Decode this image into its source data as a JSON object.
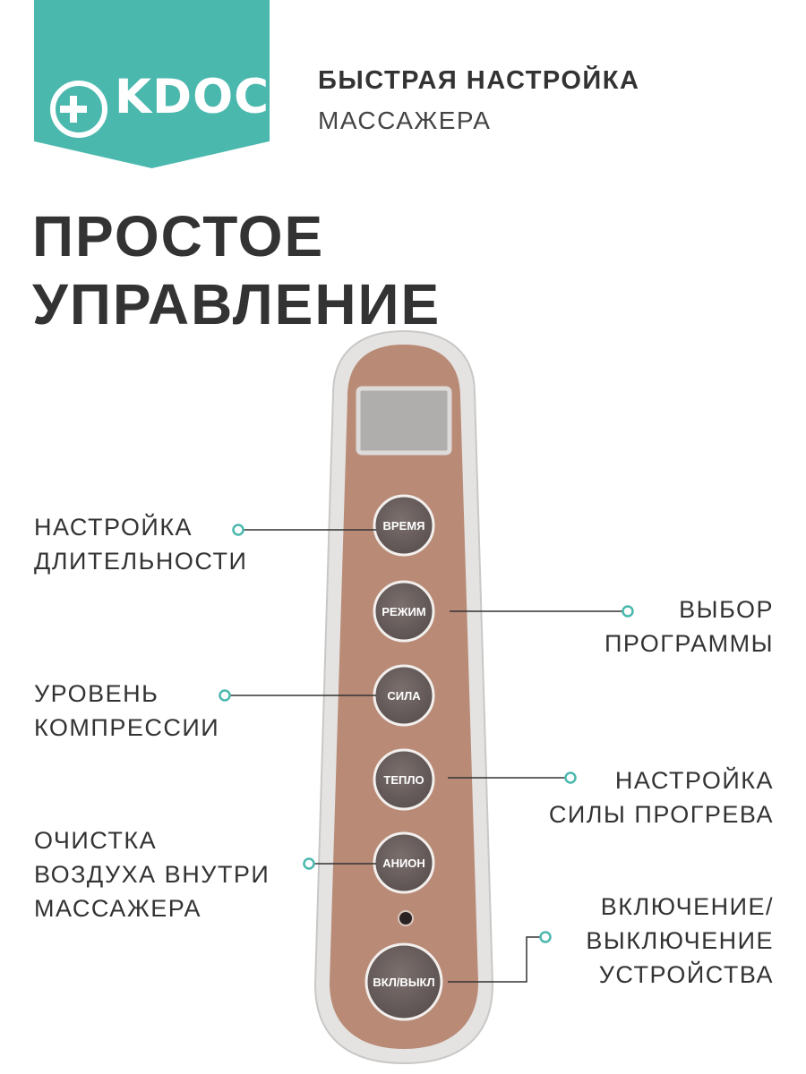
{
  "brand": {
    "logo_text": "KDOC",
    "accent_color": "#4bb8ae"
  },
  "header": {
    "title": "БЫСТРАЯ НАСТРОЙКА",
    "subtitle": "МАССАЖЕРА"
  },
  "headline": {
    "line1": "ПРОСТОЕ",
    "line2": "УПРАВЛЕНИЕ"
  },
  "remote": {
    "body_color": "#b98a76",
    "button_color": "#6e6362",
    "buttons": {
      "time": "ВРЕМЯ",
      "mode": "РЕЖИМ",
      "force": "СИЛА",
      "heat": "ТЕПЛО",
      "anion": "АНИОН",
      "power": "ВКЛ/ВЫКЛ"
    }
  },
  "callouts": {
    "duration": {
      "line1": "НАСТРОЙКА",
      "line2": "ДЛИТЕЛЬНОСТИ"
    },
    "program": {
      "line1": "ВЫБОР",
      "line2": "ПРОГРАММЫ"
    },
    "compression": {
      "line1": "УРОВЕНЬ",
      "line2": "КОМПРЕССИИ"
    },
    "heating": {
      "line1": "НАСТРОЙКА",
      "line2": "СИЛЫ ПРОГРЕВА"
    },
    "air": {
      "line1": "ОЧИСТКА",
      "line2": "ВОЗДУХА ВНУТРИ",
      "line3": "МАССАЖЕРА"
    },
    "power": {
      "line1": "ВКЛЮЧЕНИЕ/",
      "line2": "ВЫКЛЮЧЕНИЕ",
      "line3": "УСТРОЙСТВА"
    }
  }
}
